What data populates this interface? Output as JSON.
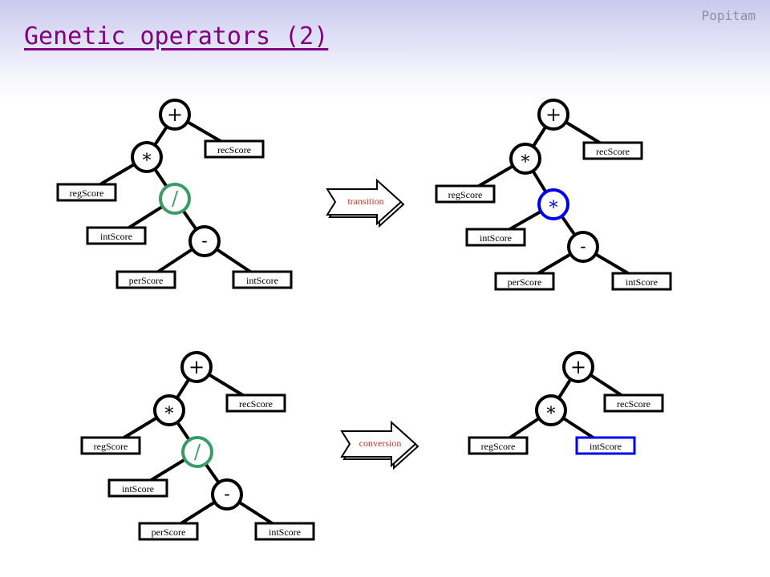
{
  "slide": {
    "title": "Genetic operators (2)",
    "brand": "Popitam"
  },
  "colors": {
    "title": "#800080",
    "highlight_green": "#3a9a6a",
    "highlight_blue": "#0000ee",
    "arrow_label": "#c0392b"
  },
  "arrows": [
    {
      "label": "transition"
    },
    {
      "label": "conversion"
    }
  ],
  "trees": [
    {
      "id": "tree-1",
      "nodes": [
        {
          "id": "n1",
          "kind": "op",
          "label": "+"
        },
        {
          "id": "n2",
          "kind": "op",
          "label": "*"
        },
        {
          "id": "n3",
          "kind": "leaf",
          "label": "recScore"
        },
        {
          "id": "n4",
          "kind": "leaf",
          "label": "regScore"
        },
        {
          "id": "n5",
          "kind": "op",
          "label": "/",
          "highlight": "green"
        },
        {
          "id": "n6",
          "kind": "leaf",
          "label": "intScore"
        },
        {
          "id": "n7",
          "kind": "op",
          "label": "-"
        },
        {
          "id": "n8",
          "kind": "leaf",
          "label": "perScore"
        },
        {
          "id": "n9",
          "kind": "leaf",
          "label": "intScore"
        }
      ],
      "edges": [
        [
          "n1",
          "n2"
        ],
        [
          "n1",
          "n3"
        ],
        [
          "n2",
          "n4"
        ],
        [
          "n2",
          "n5"
        ],
        [
          "n5",
          "n6"
        ],
        [
          "n5",
          "n7"
        ],
        [
          "n7",
          "n8"
        ],
        [
          "n7",
          "n9"
        ]
      ]
    },
    {
      "id": "tree-2",
      "nodes": [
        {
          "id": "n1",
          "kind": "op",
          "label": "+"
        },
        {
          "id": "n2",
          "kind": "op",
          "label": "*"
        },
        {
          "id": "n3",
          "kind": "leaf",
          "label": "recScore"
        },
        {
          "id": "n4",
          "kind": "leaf",
          "label": "regScore"
        },
        {
          "id": "n5",
          "kind": "op",
          "label": "*",
          "highlight": "blue"
        },
        {
          "id": "n6",
          "kind": "leaf",
          "label": "intScore"
        },
        {
          "id": "n7",
          "kind": "op",
          "label": "-"
        },
        {
          "id": "n8",
          "kind": "leaf",
          "label": "perScore"
        },
        {
          "id": "n9",
          "kind": "leaf",
          "label": "intScore"
        }
      ],
      "edges": [
        [
          "n1",
          "n2"
        ],
        [
          "n1",
          "n3"
        ],
        [
          "n2",
          "n4"
        ],
        [
          "n2",
          "n5"
        ],
        [
          "n5",
          "n6"
        ],
        [
          "n5",
          "n7"
        ],
        [
          "n7",
          "n8"
        ],
        [
          "n7",
          "n9"
        ]
      ]
    },
    {
      "id": "tree-3",
      "nodes": [
        {
          "id": "n1",
          "kind": "op",
          "label": "+"
        },
        {
          "id": "n2",
          "kind": "op",
          "label": "*"
        },
        {
          "id": "n3",
          "kind": "leaf",
          "label": "recScore"
        },
        {
          "id": "n4",
          "kind": "leaf",
          "label": "regScore"
        },
        {
          "id": "n5",
          "kind": "op",
          "label": "/",
          "highlight": "green"
        },
        {
          "id": "n6",
          "kind": "leaf",
          "label": "intScore"
        },
        {
          "id": "n7",
          "kind": "op",
          "label": "-"
        },
        {
          "id": "n8",
          "kind": "leaf",
          "label": "perScore"
        },
        {
          "id": "n9",
          "kind": "leaf",
          "label": "intScore"
        }
      ],
      "edges": [
        [
          "n1",
          "n2"
        ],
        [
          "n1",
          "n3"
        ],
        [
          "n2",
          "n4"
        ],
        [
          "n2",
          "n5"
        ],
        [
          "n5",
          "n6"
        ],
        [
          "n5",
          "n7"
        ],
        [
          "n7",
          "n8"
        ],
        [
          "n7",
          "n9"
        ]
      ]
    },
    {
      "id": "tree-4",
      "nodes": [
        {
          "id": "n1",
          "kind": "op",
          "label": "+"
        },
        {
          "id": "n2",
          "kind": "op",
          "label": "*"
        },
        {
          "id": "n3",
          "kind": "leaf",
          "label": "recScore"
        },
        {
          "id": "n4",
          "kind": "leaf",
          "label": "regScore"
        },
        {
          "id": "n5",
          "kind": "leaf",
          "label": "intScore",
          "highlight": "blue"
        }
      ],
      "edges": [
        [
          "n1",
          "n2"
        ],
        [
          "n1",
          "n3"
        ],
        [
          "n2",
          "n4"
        ],
        [
          "n2",
          "n5"
        ]
      ]
    }
  ]
}
